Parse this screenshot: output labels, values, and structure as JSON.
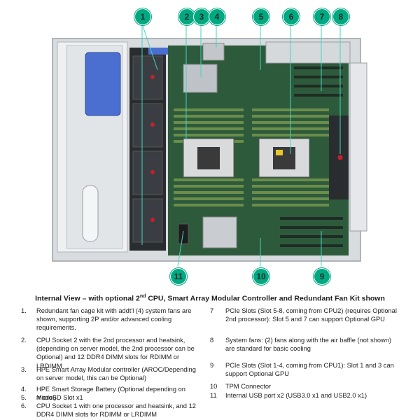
{
  "caption": {
    "prefix": "Internal View – with optional 2",
    "sup": "nd",
    "suffix": " CPU, Smart Array Modular Controller and Redundant Fan Kit shown"
  },
  "callouts": [
    "1",
    "2",
    "3",
    "4",
    "5",
    "6",
    "7",
    "8",
    "9",
    "10",
    "11"
  ],
  "legend": [
    {
      "num": "1.",
      "text": "Redundant fan cage kit with addt'l (4) system fans are shown, supporting 2P and/or advanced cooling requirements."
    },
    {
      "num": "2.",
      "text": "CPU Socket 2 with the 2nd processor and heatsink, (depending on server model, the 2nd processor can be Optional) and 12 DDR4 DIMM slots for RDIMM or LRDIMM"
    },
    {
      "num": "3.",
      "text": "HPE Smart Array Modular controller (AROC/Depending on server model, this can be Optional)"
    },
    {
      "num": "4.",
      "text": "HPE Smart Storage Battery (Optional depending on model)"
    },
    {
      "num": "5.",
      "text": "MicroSD Slot x1"
    },
    {
      "num": "6.",
      "text": "CPU Socket 1 with one processor and heatsink, and 12 DDR4 DIMM slots for RDIMM or LRDIMM"
    },
    {
      "num": "7",
      "text": "PCIe Slots (Slot 5-8, coming from CPU2) (requires Optional 2nd processor): Slot 5 and 7 can support Optional GPU"
    },
    {
      "num": "8",
      "text": "System fans: (2) fans along with the air baffle (not shown) are standard for basic cooling"
    },
    {
      "num": "9",
      "text": "PCIe Slots (Slot 1-4, coming from CPU1): Slot 1 and 3 can support Optional GPU"
    },
    {
      "num": "10",
      "text": "TPM Connector"
    },
    {
      "num": "11",
      "text": "Internal USB port x2 (USB3.0 x1 and USB2.0 x1)"
    }
  ],
  "colors": {
    "callout": "#01a982",
    "board": "#2e5a3c",
    "chassis": "#c9ccd0",
    "cage": "#4a6fd0"
  }
}
